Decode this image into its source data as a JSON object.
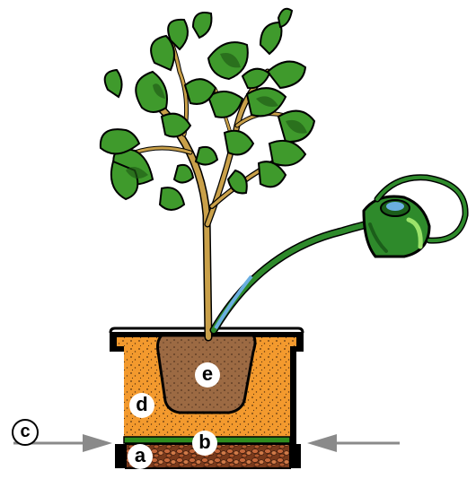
{
  "diagram": {
    "labels": {
      "a": "a",
      "b": "b",
      "c": "c",
      "d": "d",
      "e": "e"
    },
    "icons": [
      "plant-icon",
      "watering-can-icon",
      "pot-icon",
      "arrow-right-icon",
      "arrow-left-icon"
    ],
    "colors": {
      "leaf": "#3f9a2c",
      "leaf_dark": "#1f5a16",
      "trunk": "#c9a049",
      "soil_orange": "#f39a2e",
      "root_ball": "#9c6a43",
      "drainage": "#b85a2e",
      "mat_green": "#2f8c1f",
      "can_green": "#2e8a2b",
      "water_blue": "#6aaee0",
      "arrow_gray": "#8a8a8a"
    }
  }
}
